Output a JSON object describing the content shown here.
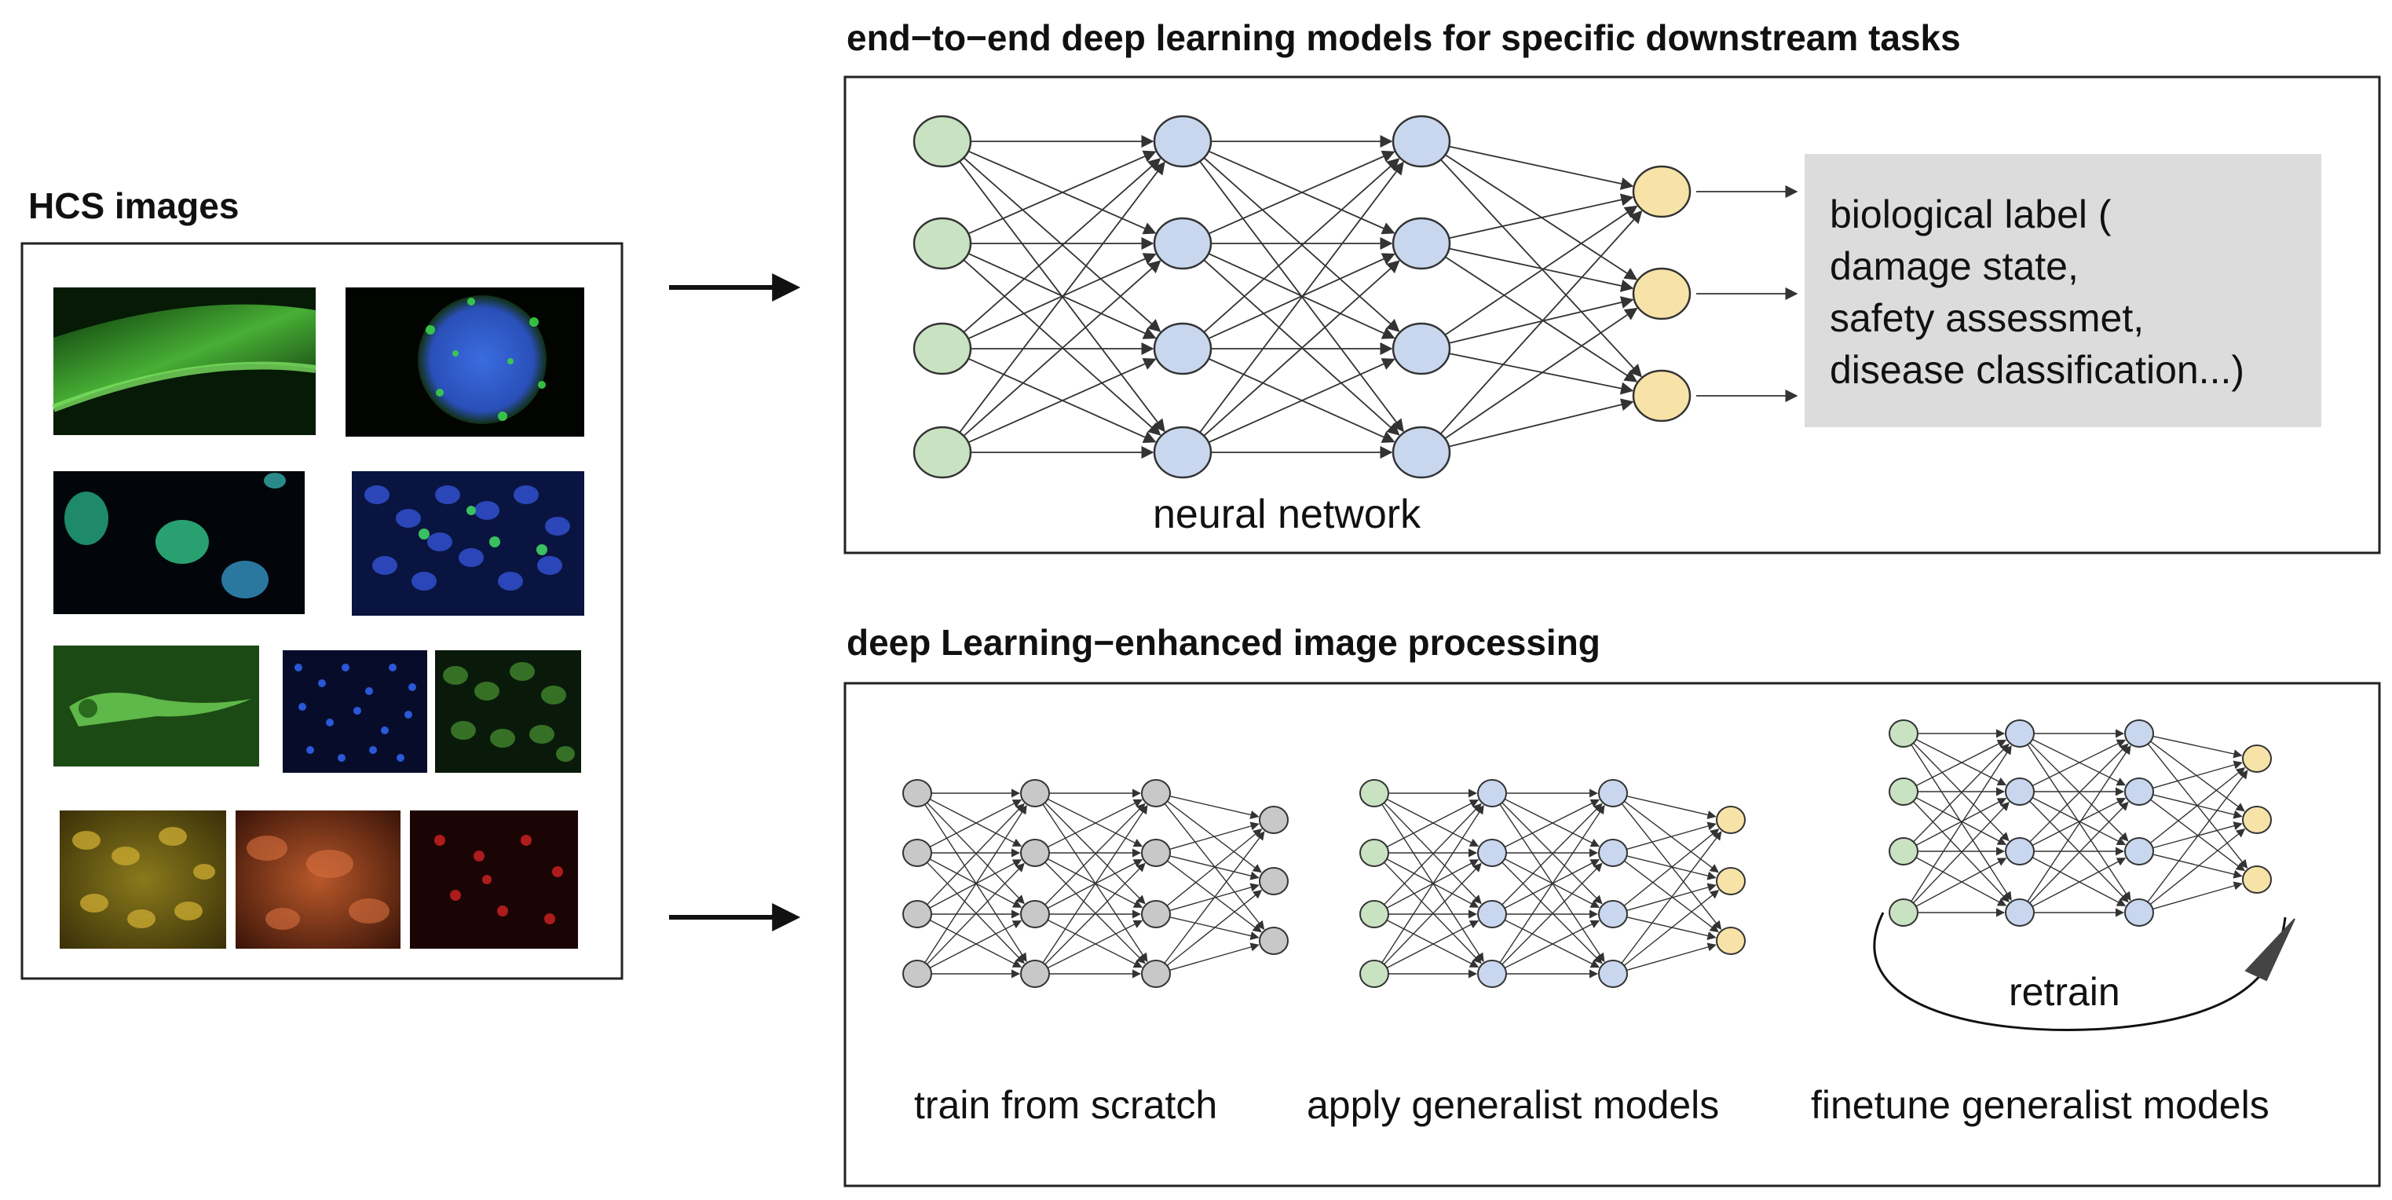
{
  "left_panel": {
    "title": "HCS images"
  },
  "top_panel": {
    "title": "end−to−end deep learning models for specific downstream tasks",
    "network_label": "neural network",
    "output_box": {
      "lines": [
        "biological label (",
        "damage state,",
        "safety assessmet,",
        "disease classification...)"
      ]
    }
  },
  "bottom_panel": {
    "title": "deep Learning−enhanced image processing",
    "networks": [
      {
        "caption": "train from scratch",
        "style": "gray"
      },
      {
        "caption": "apply generalist models",
        "style": "color"
      },
      {
        "caption": "finetune generalist models",
        "style": "color"
      }
    ],
    "retrain_label": "retrain"
  },
  "colors": {
    "input_node": "#c9e2c2",
    "hidden_node": "#c9d7ee",
    "output_node": "#f7e2a8",
    "gray_node": "#c8c8c8",
    "node_stroke": "#333333",
    "label_box_fill": "#dcdcdc"
  },
  "network_layers": [
    4,
    4,
    4,
    3
  ]
}
